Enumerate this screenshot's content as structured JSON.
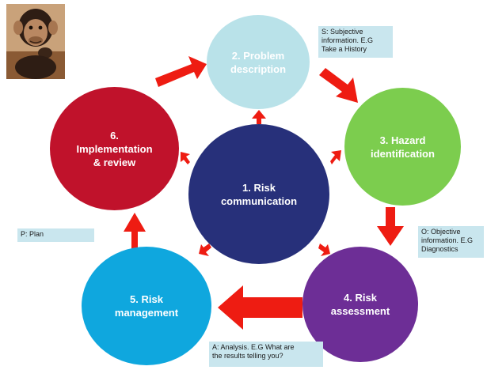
{
  "nodes": {
    "problem": {
      "label": "2. Problem\ndescription",
      "color": "#b9e2e9"
    },
    "hazard": {
      "label": "3. Hazard\nidentification",
      "color": "#7ccd4e"
    },
    "assessment": {
      "label": "4. Risk\nassessment",
      "color": "#6d2e96"
    },
    "management": {
      "label": "5. Risk\nmanagement",
      "color": "#0fa7de"
    },
    "implementation": {
      "label": "6.\nImplementation\n& review",
      "color": "#c0122b"
    },
    "communication": {
      "label": "1. Risk\ncommunication",
      "color": "#27307a"
    }
  },
  "notes": {
    "subjective": "S: Subjective\ninformation. E.G\nTake a History",
    "objective": "O: Objective\ninformation. E.G\nDiagnostics",
    "analysis": "A: Analysis. E.G What are\nthe results telling you?",
    "plan": "P: Plan"
  },
  "colors": {
    "arrow": "#ee1c12",
    "note_bg": "#c9e6ee"
  },
  "icons": {
    "thumbnail": "thinking-chimpanzee-photo"
  }
}
